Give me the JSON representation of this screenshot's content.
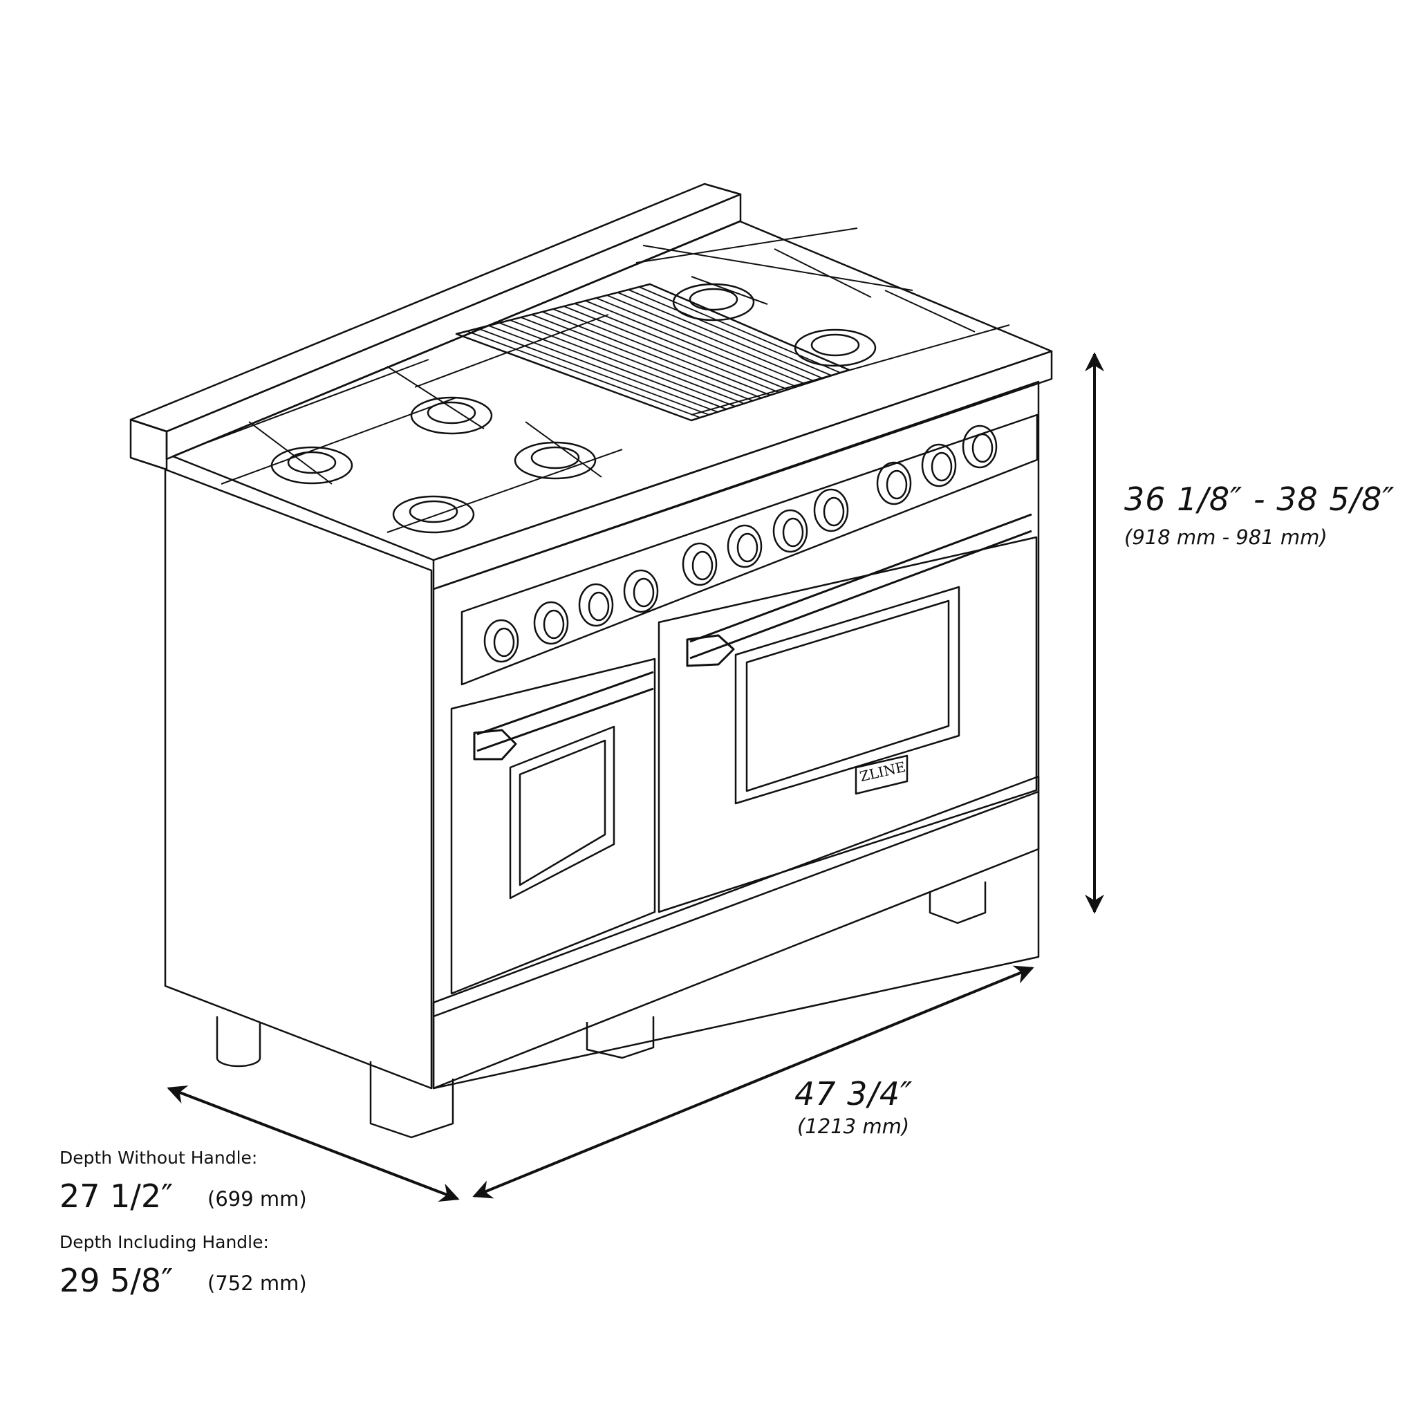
{
  "brand_badge": "ZLINE",
  "dimensions": {
    "height": {
      "imperial": "36 1/8″ - 38 5/8″",
      "metric": "(918 mm - 981 mm)"
    },
    "width": {
      "imperial": "47 3/4″",
      "metric": "(1213 mm)"
    },
    "depth_without_handle": {
      "label": "Depth Without Handle:",
      "imperial": "27 1/2″",
      "metric": "(699 mm)"
    },
    "depth_including_handle": {
      "label": "Depth Including Handle:",
      "imperial": "29 5/8″",
      "metric": "(752 mm)"
    }
  },
  "colors": {
    "line": "#111111",
    "background": "#ffffff"
  }
}
